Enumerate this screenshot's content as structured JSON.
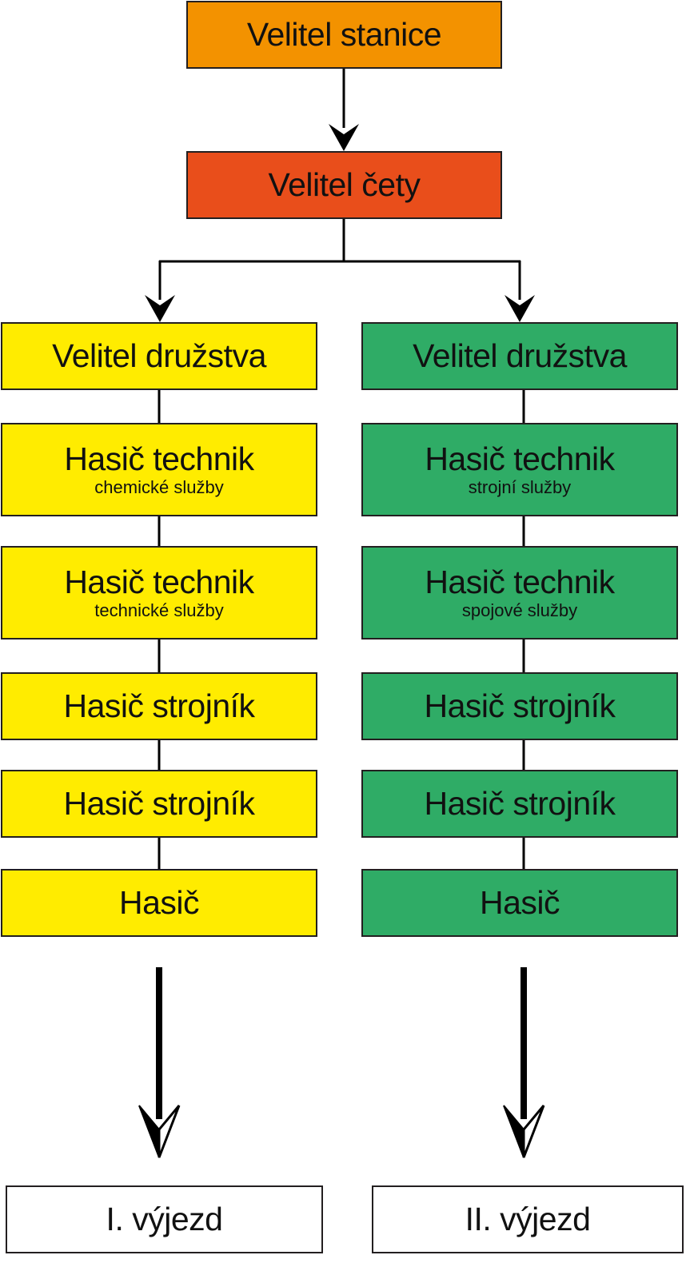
{
  "diagram": {
    "type": "organizational-chart",
    "colors": {
      "station_commander": "#f39200",
      "platoon_commander": "#e94e1b",
      "squad_left": "#ffec00",
      "squad_right": "#2fac66",
      "dispatch": "#ffffff",
      "lines": "#000000"
    },
    "top": {
      "title": "Velitel stanice"
    },
    "second": {
      "title": "Velitel čety"
    },
    "left_column": [
      {
        "title": "Velitel družstva",
        "subtitle": ""
      },
      {
        "title": "Hasič technik",
        "subtitle": "chemické služby"
      },
      {
        "title": "Hasič technik",
        "subtitle": "technické služby"
      },
      {
        "title": "Hasič strojník",
        "subtitle": ""
      },
      {
        "title": "Hasič strojník",
        "subtitle": ""
      },
      {
        "title": "Hasič",
        "subtitle": ""
      }
    ],
    "right_column": [
      {
        "title": "Velitel družstva",
        "subtitle": ""
      },
      {
        "title": "Hasič technik",
        "subtitle": "strojní služby"
      },
      {
        "title": "Hasič technik",
        "subtitle": "spojové služby"
      },
      {
        "title": "Hasič strojník",
        "subtitle": ""
      },
      {
        "title": "Hasič strojník",
        "subtitle": ""
      },
      {
        "title": "Hasič",
        "subtitle": ""
      }
    ],
    "dispatch_left": {
      "title": "I. výjezd"
    },
    "dispatch_right": {
      "title": "II. výjezd"
    }
  }
}
